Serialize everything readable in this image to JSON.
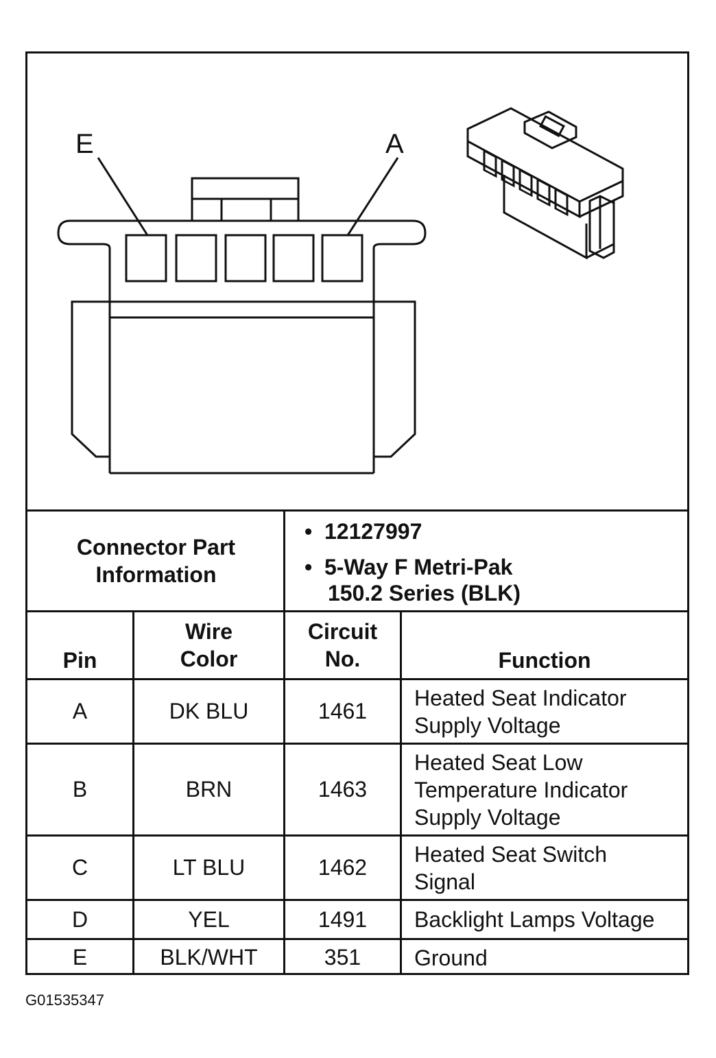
{
  "diagram": {
    "pin_label_left": "E",
    "pin_label_right": "A"
  },
  "connector_info": {
    "label": "Connector Part Information",
    "items": [
      "12127997",
      "5-Way F Metri-Pak",
      "150.2 Series (BLK)"
    ]
  },
  "table": {
    "headers": [
      "Pin",
      "Wire Color",
      "Circuit No.",
      "Function"
    ],
    "rows": [
      {
        "pin": "A",
        "color": "DK BLU",
        "circuit": "1461",
        "function": [
          "Heated Seat Indicator",
          "Supply Voltage"
        ]
      },
      {
        "pin": "B",
        "color": "BRN",
        "circuit": "1463",
        "function": [
          "Heated Seat Low",
          "Temperature Indicator",
          "Supply Voltage"
        ]
      },
      {
        "pin": "C",
        "color": "LT BLU",
        "circuit": "1462",
        "function": [
          "Heated Seat Switch",
          "Signal"
        ]
      },
      {
        "pin": "D",
        "color": "YEL",
        "circuit": "1491",
        "function": [
          "Backlight Lamps Voltage"
        ]
      },
      {
        "pin": "E",
        "color": "BLK/WHT",
        "circuit": "351",
        "function": [
          "Ground"
        ]
      }
    ]
  },
  "figure_id": "G01535347"
}
